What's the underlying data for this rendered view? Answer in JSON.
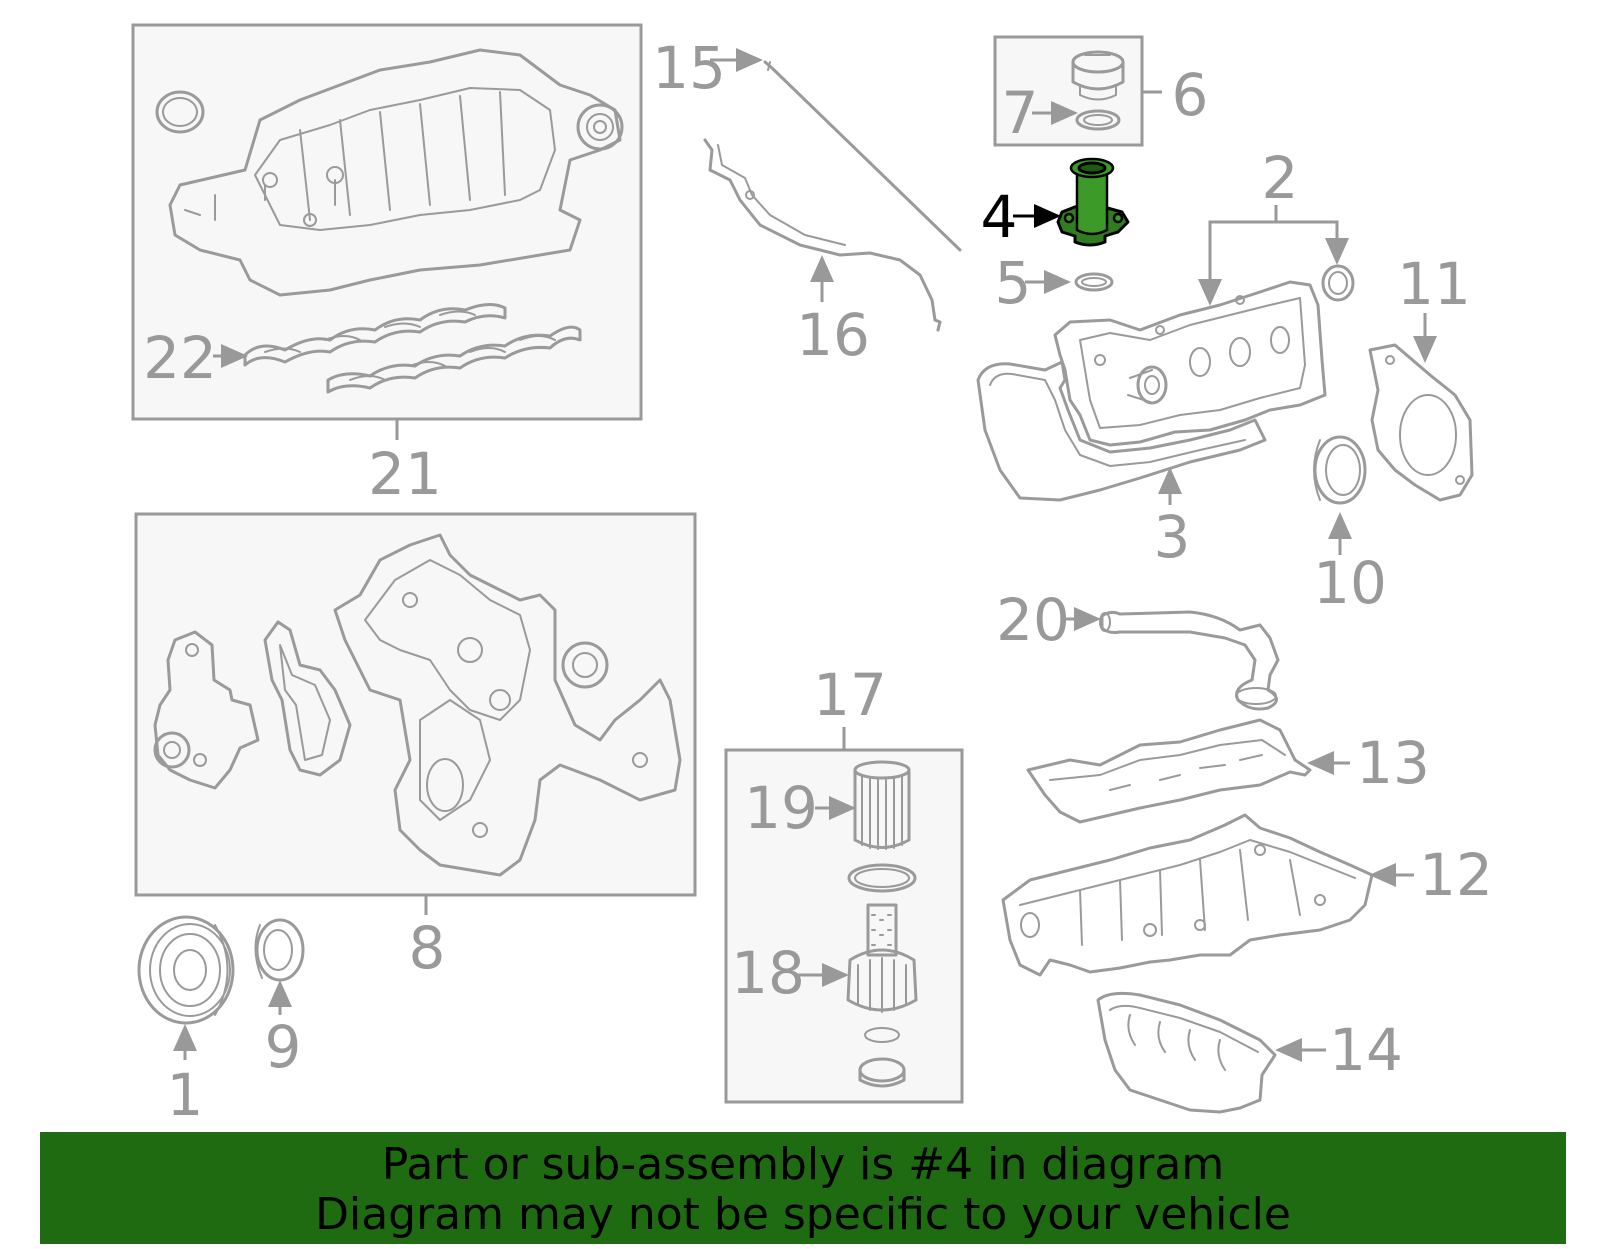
{
  "callouts": {
    "c1": "1",
    "c2": "2",
    "c3": "3",
    "c4": "4",
    "c5": "5",
    "c6": "6",
    "c7": "7",
    "c8": "8",
    "c9": "9",
    "c10": "10",
    "c11": "11",
    "c12": "12",
    "c13": "13",
    "c14": "14",
    "c15": "15",
    "c16": "16",
    "c17": "17",
    "c18": "18",
    "c19": "19",
    "c20": "20",
    "c21": "21",
    "c22": "22"
  },
  "highlight": {
    "part": "4",
    "color": "#2f7d1e"
  },
  "banner": {
    "line1": "Part or sub-assembly is #4 in diagram",
    "line2": "Diagram may not be specific to your vehicle",
    "bg": "#1e6b12"
  }
}
